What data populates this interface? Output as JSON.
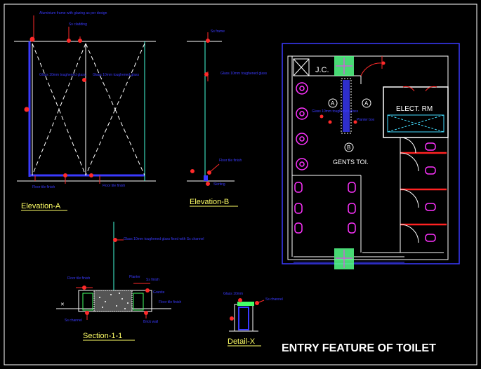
{
  "sheet": {
    "title": "ENTRY FEATURE OF TOILET",
    "colors": {
      "background": "#000000",
      "primary_line": "#ffffff",
      "annotation": "#3a3aff",
      "dimension": "#ff2a2a",
      "caption": "#ffff66",
      "sanitary": "#ff33ff",
      "partition": "#ff2222",
      "door_leaf": "#33ff66"
    }
  },
  "views": {
    "elevation_a": {
      "caption": "Elevation-A",
      "notes": [
        "Aluminium frame with glazing as per design",
        "Ss cladding",
        "Glass 10mm toughened glass",
        "Glass 10mm toughened glass",
        "Floor tile finish",
        "Floor tile finish"
      ]
    },
    "elevation_b": {
      "caption": "Elevation-B",
      "notes": [
        "Ss frame",
        "Glass 10mm toughened glass",
        "Floor tile finish",
        "Skirting"
      ]
    },
    "section_1_1": {
      "caption": "Section-1-1",
      "notes": [
        "Glass 10mm toughened glass fixed with Ss channel",
        "Planter",
        "Floor tile finish",
        "Ss finish",
        "Granite",
        "Floor tile finish",
        "Ss channel",
        "Brick wall"
      ]
    },
    "detail_x": {
      "caption": "Detail-X",
      "notes": [
        "Glass 10mm",
        "Ss channel"
      ]
    },
    "plan": {
      "room_labels": [
        "J.C.",
        "ELECT. RM",
        "GENTS TOI."
      ],
      "markers": [
        "A",
        "A",
        "B"
      ],
      "notes": [
        "Glass 10mm toughened glass",
        "Planter box"
      ]
    }
  }
}
